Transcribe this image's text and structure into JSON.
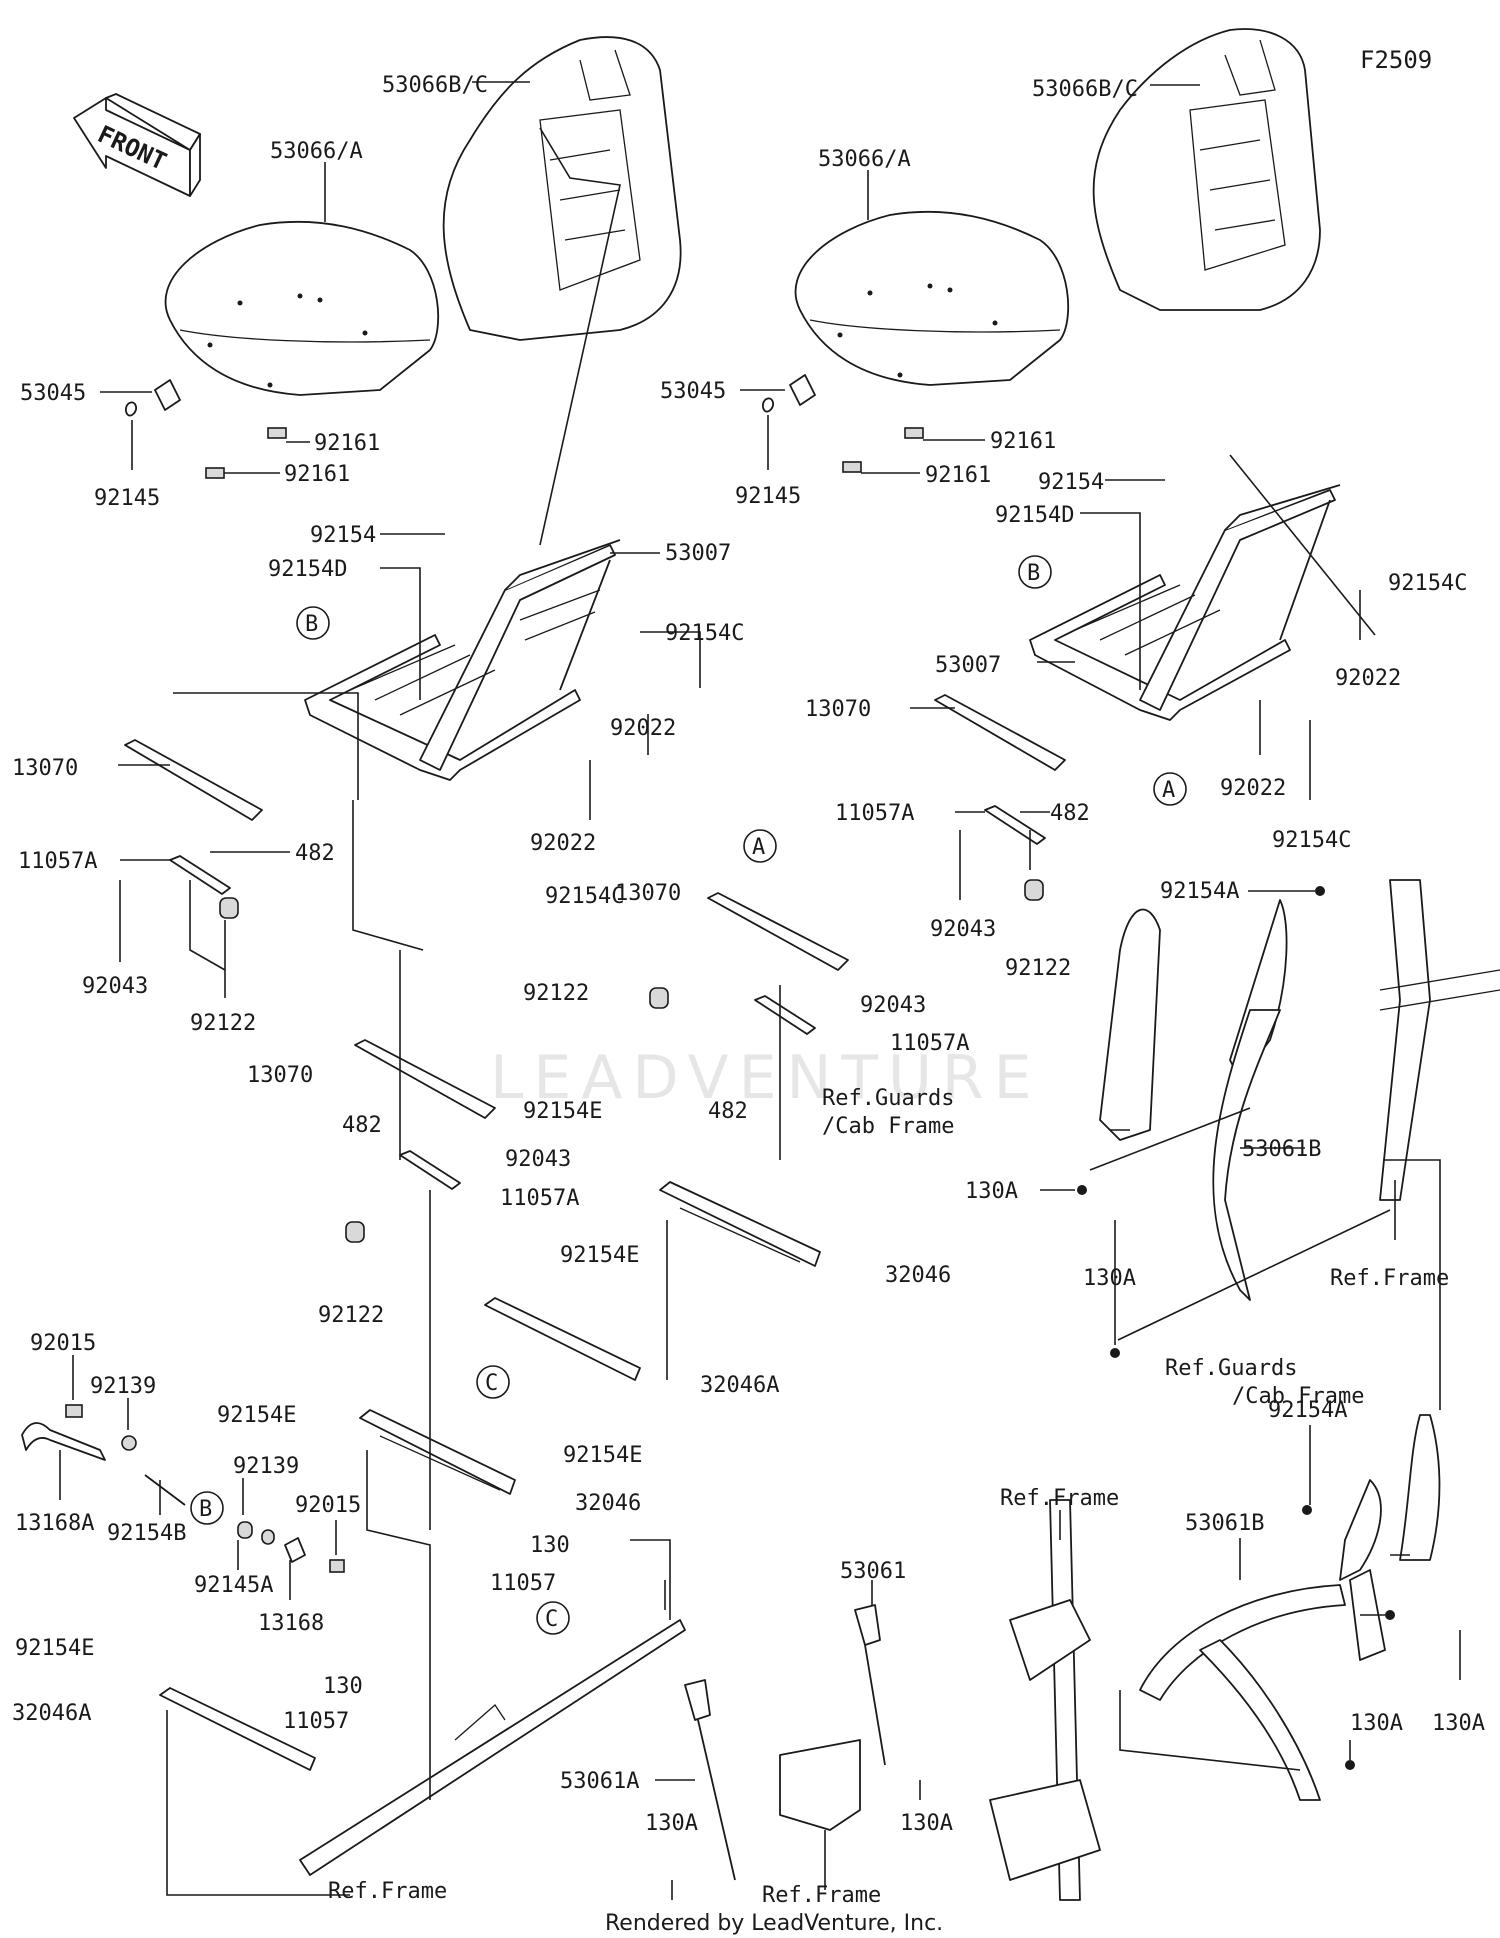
{
  "figure_id": "F2509",
  "front_label": "FRONT",
  "watermark": "LEADVENTURE",
  "footer": "Rendered by LeadVenture, Inc.",
  "callouts": {
    "a": "A",
    "b": "B",
    "c": "C"
  },
  "labels": {
    "l_53066bc_1": "53066B/C",
    "l_53066a_1": "53066/A",
    "l_53045_1": "53045",
    "l_92145_1": "92145",
    "l_92161a_1": "92161",
    "l_92161b_1": "92161",
    "l_92154_1": "92154",
    "l_92154d_1": "92154D",
    "l_53007_1": "53007",
    "l_92154c_1": "92154C",
    "l_92022a_1": "92022",
    "l_92022b_1": "92022",
    "l_92154c_2": "92154C",
    "l_13070_1": "13070",
    "l_11057a_1": "11057A",
    "l_482_1": "482",
    "l_92043_1": "92043",
    "l_92122_1": "92122",
    "l_53066bc_2": "53066B/C",
    "l_53066a_2": "53066/A",
    "l_53045_2": "53045",
    "l_92145_2": "92145",
    "l_92161a_2": "92161",
    "l_92161b_2": "92161",
    "l_92154_2": "92154",
    "l_92154d_2": "92154D",
    "l_92154c_3": "92154C",
    "l_92022c_2": "92022",
    "l_53007_2": "53007",
    "l_13070_2": "13070",
    "l_92022d_2": "92022",
    "l_92154c_4": "92154C",
    "l_11057a_2": "11057A",
    "l_482_2": "482",
    "l_92043_2": "92043",
    "l_92122_2": "92122",
    "l_13070_3": "13070",
    "l_92122_3": "92122",
    "l_92043_3": "92043",
    "l_11057a_3": "11057A",
    "l_92154e_1": "92154E",
    "l_482_3": "482",
    "l_ref_guards_1": "Ref.Guards",
    "l_cab_frame_1": "/Cab Frame",
    "l_13070_4": "13070",
    "l_482_4": "482",
    "l_92043_4": "92043",
    "l_11057a_4": "11057A",
    "l_92122_4": "92122",
    "l_32046_1": "32046",
    "l_92154e_2": "92154E",
    "l_32046a_1": "32046A",
    "l_92154a_1": "92154A",
    "l_53061b_1": "53061B",
    "l_130a_1": "130A",
    "l_ref_frame_1": "Ref.Frame",
    "l_130a_2": "130A",
    "l_ref_guards_2": "Ref.Guards",
    "l_cab_frame_2": "/Cab Frame",
    "l_92015_1": "92015",
    "l_92139_1": "92139",
    "l_13168a": "13168A",
    "l_92154b": "92154B",
    "l_92139_2": "92139",
    "l_92015_2": "92015",
    "l_92145a": "92145A",
    "l_13168": "13168",
    "l_92154e_3": "92154E",
    "l_92154e_4": "92154E",
    "l_32046_2": "32046",
    "l_130_1": "130",
    "l_11057_1": "11057",
    "l_92154e_5": "92154E",
    "l_32046a_2": "32046A",
    "l_130_2": "130",
    "l_11057_2": "11057",
    "l_ref_frame_2": "Ref.Frame",
    "l_53061": "53061",
    "l_53061a": "53061A",
    "l_130a_3": "130A",
    "l_130a_4": "130A",
    "l_ref_frame_3": "Ref.Frame",
    "l_ref_frame_4": "Ref.Frame",
    "l_92154a_2": "92154A",
    "l_53061b_2": "53061B",
    "l_130a_5": "130A",
    "l_130a_6": "130A"
  }
}
